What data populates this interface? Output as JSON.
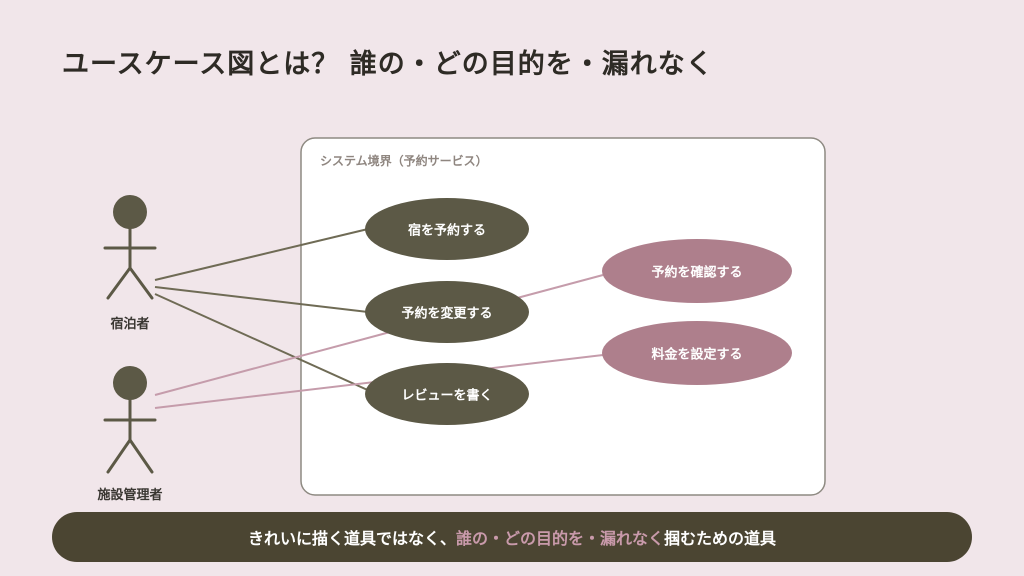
{
  "title": "ユースケース図とは？ 誰の・どの目的を・漏れなく",
  "system_boundary": {
    "label": "システム境界（予約サービス）"
  },
  "actors": [
    {
      "id": "guest",
      "label": "宿泊者"
    },
    {
      "id": "manager",
      "label": "施設管理者"
    }
  ],
  "use_cases": [
    {
      "id": "uc1",
      "label": "宿を予約する",
      "color": "#5c5946"
    },
    {
      "id": "uc2",
      "label": "予約を変更する",
      "color": "#5c5946"
    },
    {
      "id": "uc3",
      "label": "レビューを書く",
      "color": "#5c5946"
    },
    {
      "id": "uc4",
      "label": "予約を確認する",
      "color": "#ae7f8c"
    },
    {
      "id": "uc5",
      "label": "料金を設定する",
      "color": "#ae7f8c"
    }
  ],
  "associations": [
    {
      "actor": "guest",
      "use_case": "uc1",
      "color": "#6f6b55"
    },
    {
      "actor": "guest",
      "use_case": "uc2",
      "color": "#6f6b55"
    },
    {
      "actor": "guest",
      "use_case": "uc3",
      "color": "#6f6b55"
    },
    {
      "actor": "manager",
      "use_case": "uc4",
      "color": "#c59cab"
    },
    {
      "actor": "manager",
      "use_case": "uc5",
      "color": "#c59cab"
    }
  ],
  "bottom_bar": {
    "text_before": "きれいに描く道具ではなく、",
    "text_highlight": "誰の・どの目的を・漏れなく",
    "text_after": "掴むための道具"
  },
  "colors": {
    "background": "#f1e6ea",
    "actor": "#5c5946",
    "highlight": "#c99aab",
    "bar": "#4b4532"
  }
}
